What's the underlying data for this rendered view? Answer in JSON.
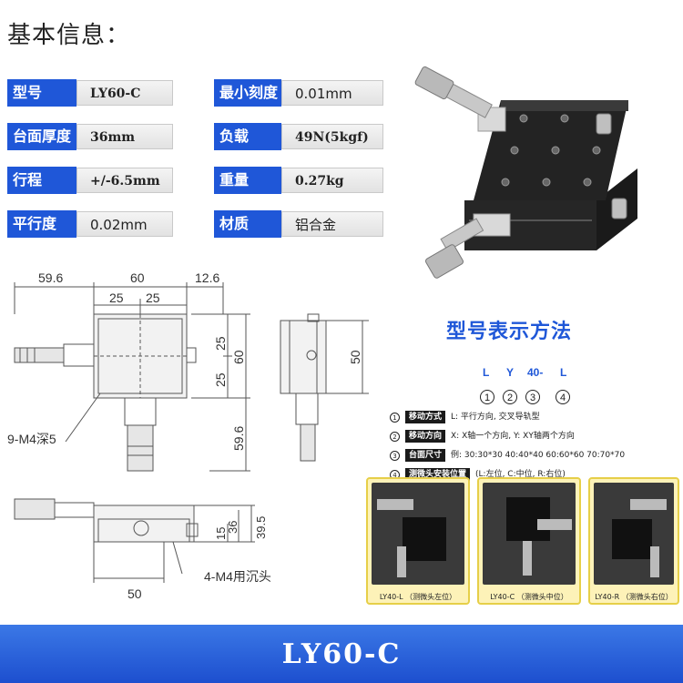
{
  "header": {
    "title": "基本信息："
  },
  "specs": [
    {
      "label": "型号",
      "value": "LY60-C"
    },
    {
      "label": "最小刻度",
      "value": "0.01mm"
    },
    {
      "label": "台面厚度",
      "value": "36mm"
    },
    {
      "label": "负载",
      "value": "49N(5kgf)"
    },
    {
      "label": "行程",
      "value": "+/-6.5mm"
    },
    {
      "label": "重量",
      "value": "0.27kg"
    },
    {
      "label": "平行度",
      "value": "0.02mm"
    },
    {
      "label": "材质",
      "value": "铝合金"
    }
  ],
  "drawing": {
    "top_dims": [
      "59.6",
      "60",
      "12.6"
    ],
    "half_dims": [
      "25",
      "25"
    ],
    "right_dims": [
      "25",
      "25",
      "60"
    ],
    "side_dim": "50",
    "lower_dim": "59.6",
    "hole_note": "9-M4深5",
    "front_dims": [
      "15",
      "36",
      "39.5"
    ],
    "bottom_dim": "50",
    "mount_note": "4-M4用沉头"
  },
  "model_method": {
    "title": "型号表示方法",
    "code_parts": [
      "L",
      "Y",
      "40-",
      "L"
    ],
    "circle_nums": [
      "1",
      "2",
      "3",
      "4"
    ],
    "legend": [
      {
        "num": "1",
        "tag": "移动方式",
        "text": "L: 平行方向, 交叉导轨型"
      },
      {
        "num": "2",
        "tag": "移动方向",
        "text": "X: X轴一个方向,  Y: XY轴两个方向"
      },
      {
        "num": "3",
        "tag": "台面尺寸",
        "text": "例: 30:30*30   40:40*40   60:60*60   70:70*70"
      },
      {
        "num": "4",
        "tag": "测微头安装位置",
        "text": "(L:左位, C:中位, R:右位)"
      }
    ],
    "variants": [
      {
        "caption": "LY40-L （测微头左位）"
      },
      {
        "caption": "LY40-C （测微头中位）"
      },
      {
        "caption": "LY40-R （测微头右位）"
      }
    ]
  },
  "footer": {
    "model": "LY60-C"
  },
  "colors": {
    "accent": "#1f57d8",
    "card": "#fdf2b8",
    "footer": "#2a5fd9"
  }
}
